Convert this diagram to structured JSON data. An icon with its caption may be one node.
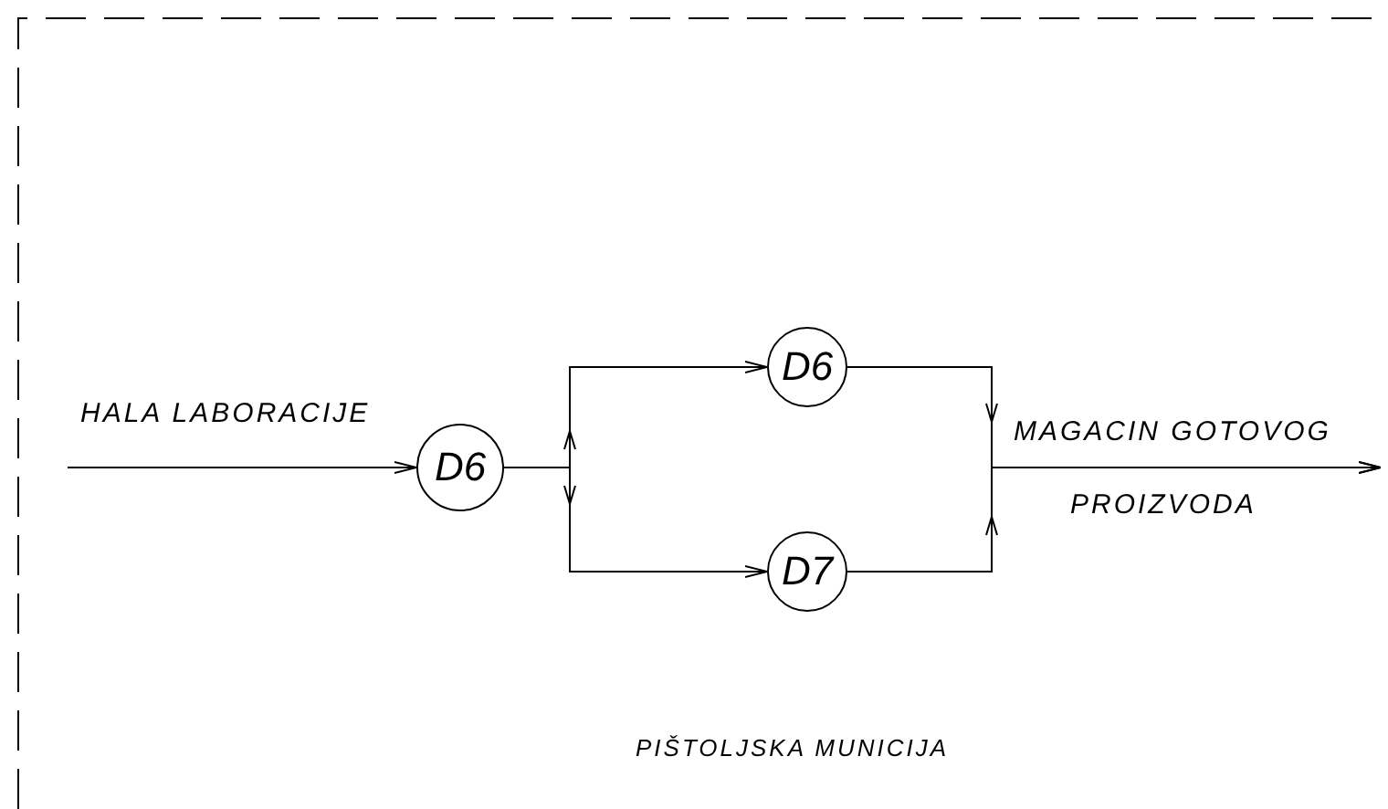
{
  "diagram": {
    "nodes": [
      {
        "text": [
          "D6"
        ]
      },
      {
        "text": [
          "D6"
        ]
      },
      {
        "text": [
          "D7"
        ]
      }
    ],
    "edges": [
      {
        "from": null,
        "to": 0,
        "arrow": "to",
        "label": "HALA LABORACIJE"
      },
      {
        "from": 0,
        "to": 1,
        "arrow": "to"
      },
      {
        "from": 0,
        "to": 2,
        "arrow": "to"
      },
      {
        "from": 1,
        "to": null,
        "arrow": "to"
      },
      {
        "from": 2,
        "to": null,
        "arrow": "to"
      }
    ],
    "labels": [
      "MAGACIN GOTOVOG",
      "PROIZVODA",
      "PIŠTOLJSKA MUNICIJA"
    ]
  }
}
